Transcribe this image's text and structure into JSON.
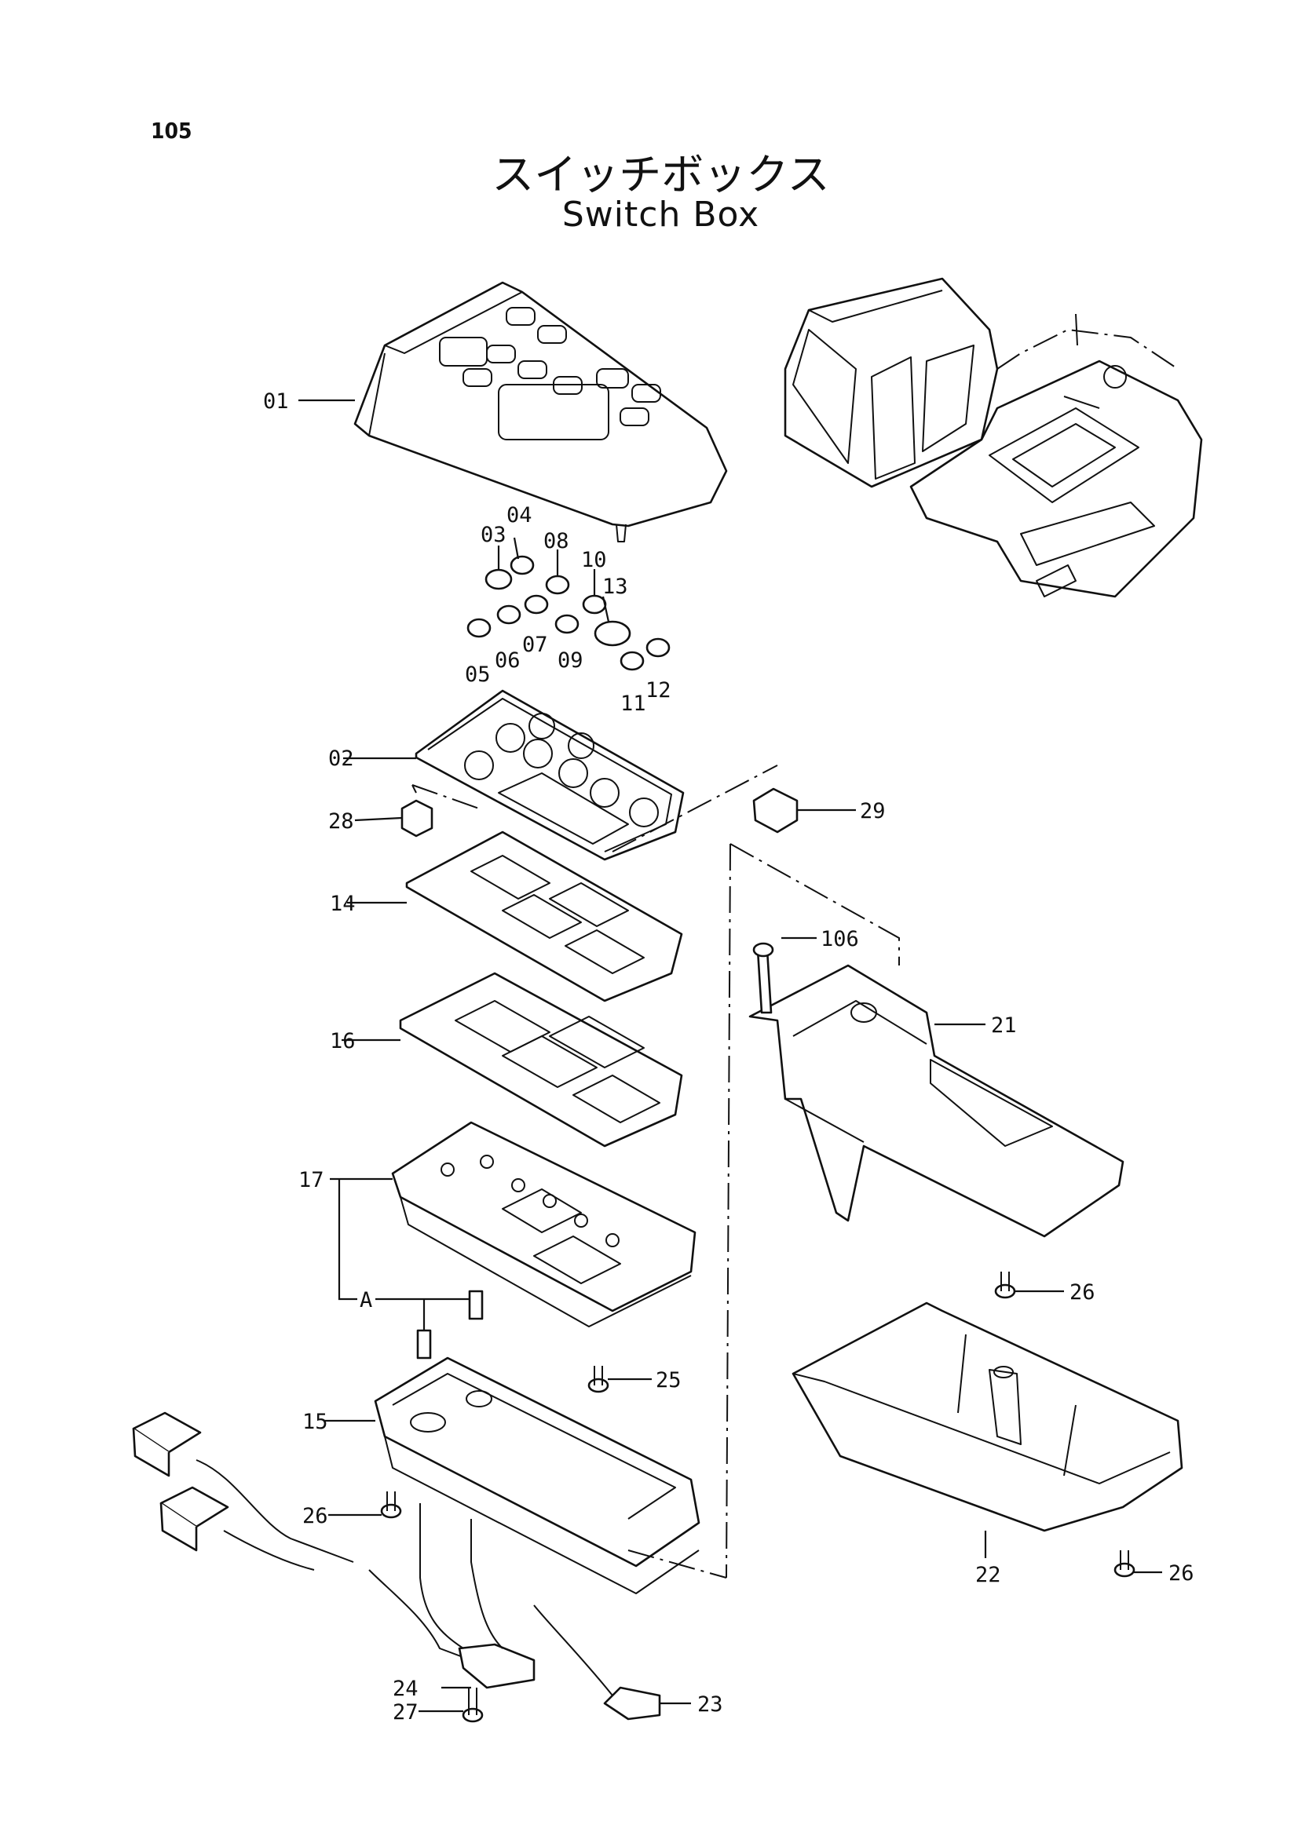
{
  "page_number": "105",
  "title_jp": "スイッチボックス",
  "title_en": "Switch Box",
  "parts": {
    "p01": "01",
    "p02": "02",
    "p03": "03",
    "p04": "04",
    "p05": "05",
    "p06": "06",
    "p07": "07",
    "p08": "08",
    "p09": "09",
    "p10": "10",
    "p11": "11",
    "p12": "12",
    "p13": "13",
    "p14": "14",
    "p15": "15",
    "p16": "16",
    "p17": "17",
    "p21": "21",
    "p22": "22",
    "p23": "23",
    "p24": "24",
    "p25": "25",
    "p26a": "26",
    "p26b": "26",
    "p26c": "26",
    "p27": "27",
    "p28": "28",
    "p29": "29",
    "p106": "106",
    "pA": "A"
  }
}
